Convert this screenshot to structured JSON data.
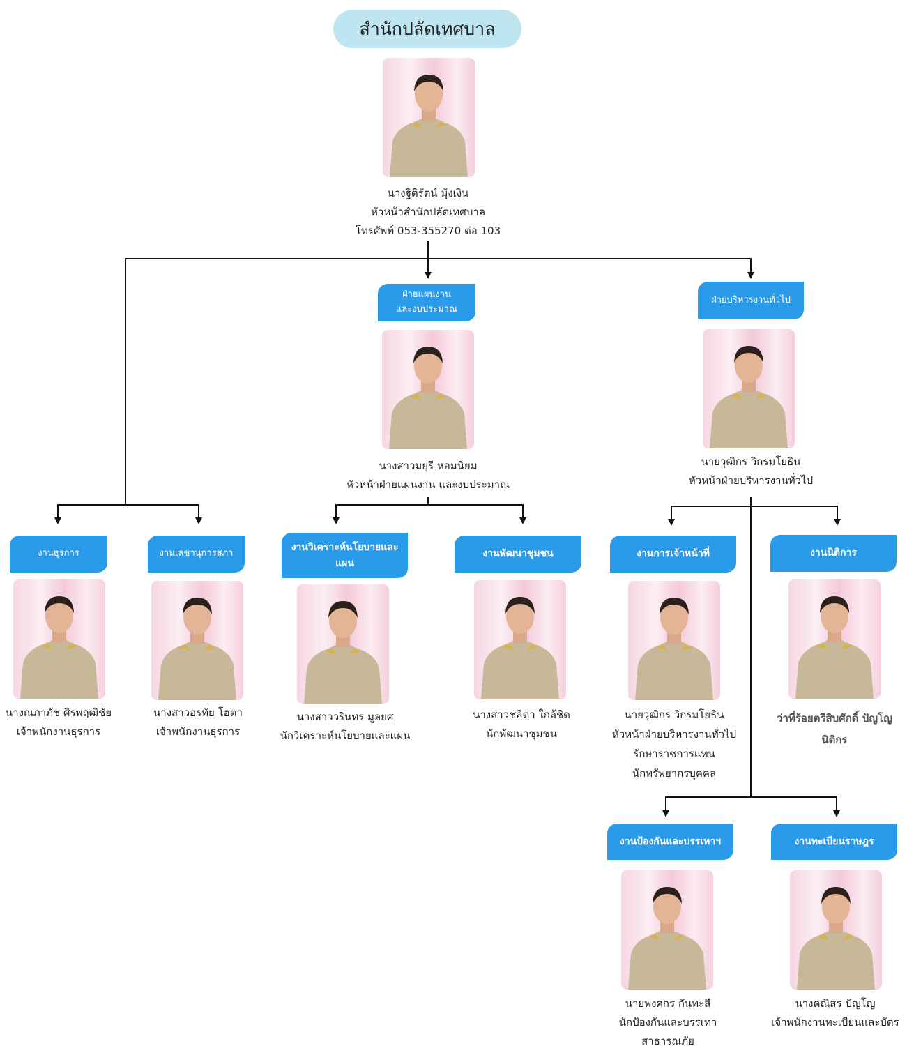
{
  "title": "สำนักปลัดเทศบาล",
  "head": {
    "name": "นางฐิติรัตน์  มุ้งเงิน",
    "position": "หัวหน้าสำนักปลัดเทศบาล",
    "phone": "โทรศัพท์ 053-355270 ต่อ 103"
  },
  "divisions": [
    {
      "label": "ฝ่ายแผนงาน\nและงบประมาณ",
      "name": "นางสาวมยุรี  หอมนิยม",
      "position": "หัวหน้าฝ่ายแผนงาน และงบประมาณ"
    },
    {
      "label": "ฝ่ายบริหารงานทั่วไป",
      "name": "นายวุฒิกร  วิกรมโยธิน",
      "position": "หัวหน้าฝ่ายบริหารงานทั่วไป"
    }
  ],
  "units": [
    {
      "label": "งานธุรการ",
      "name": "นางณภาภัช ศิรพฤฒิชัย",
      "lines": [
        "เจ้าพนักงานธุรการ"
      ]
    },
    {
      "label": "งานเลขานุการสภา",
      "name": "นางสาวอรทัย  โฮตา",
      "lines": [
        "เจ้าพนักงานธุรการ"
      ]
    },
    {
      "label": "งานวิเคราะห์นโยบายและ\nแผน",
      "name": "นางสาววรินทร  มูลยศ",
      "lines": [
        "นักวิเคราะห์นโยบายและแผน"
      ]
    },
    {
      "label": "งานพัฒนาชุมชน",
      "name": "นางสาวชลิตา  ใกล้ชิด",
      "lines": [
        "นักพัฒนาชุมชน"
      ]
    },
    {
      "label": "งานการเจ้าหน้าที่",
      "name": "นายวุฒิกร  วิกรมโยธิน",
      "lines": [
        "หัวหน้าฝ่ายบริหารงานทั่วไป",
        "รักษาราชการแทน",
        "นักทรัพยากรบุคคล"
      ]
    },
    {
      "label": "งานนิติการ",
      "name": "ว่าที่ร้อยตรีสิบศักดิ์ ปัญโญ",
      "lines": [
        "นิติกร"
      ]
    },
    {
      "label": "งานป้องกันและบรรเทาฯ",
      "name": "นายพงศกร กันทะสี",
      "lines": [
        "นักป้องกันและบรรเทา",
        "สาธารณภัย"
      ]
    },
    {
      "label": "งานทะเบียนราษฎร",
      "name": "นางคณิสร ปัญโญ",
      "lines": [
        "เจ้าพนักงานทะเบียนและบัตร"
      ]
    }
  ],
  "colors": {
    "title_bg": "#bfe5f0",
    "box_bg": "#2a9be8"
  }
}
